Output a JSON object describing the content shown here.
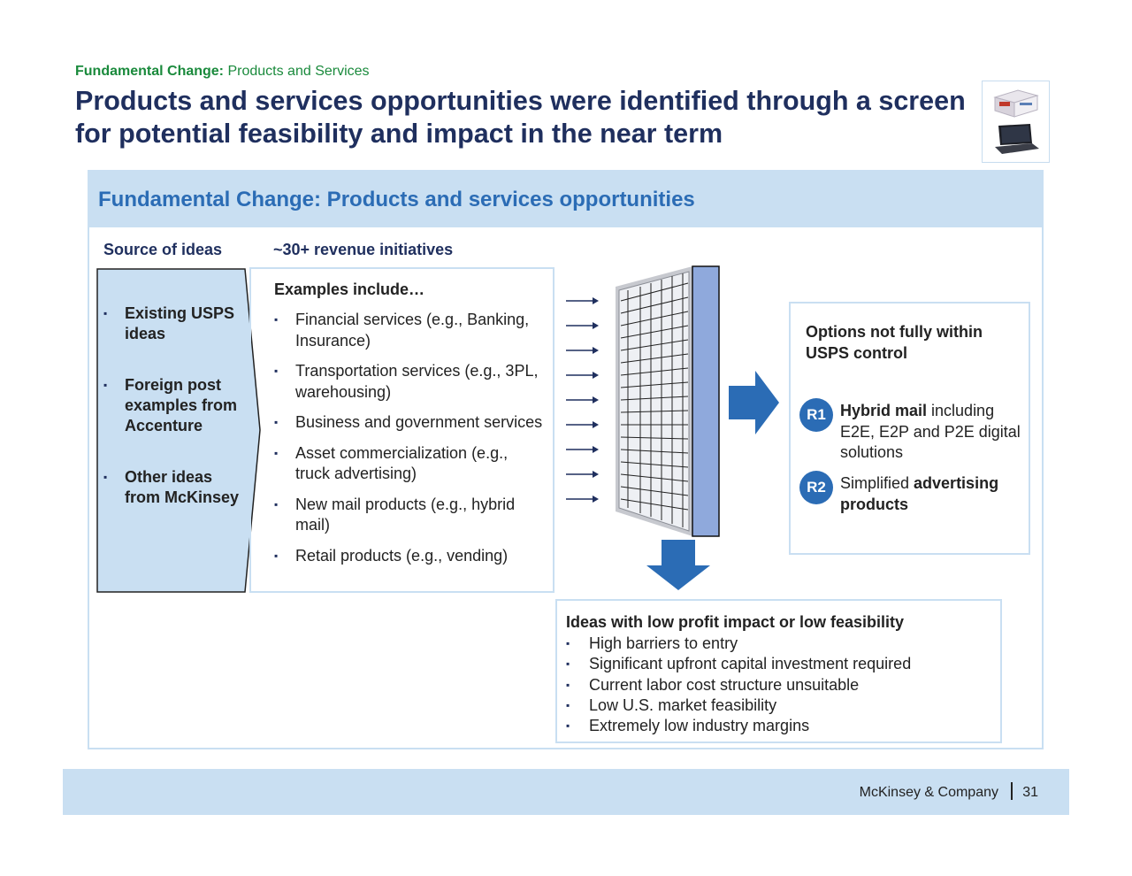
{
  "header": {
    "tracker_bold": "Fundamental Change:",
    "tracker_rest": " Products and Services",
    "title": "Products and services opportunities were identified through a screen for potential feasibility and impact in the near term"
  },
  "panel": {
    "title": "Fundamental Change: Products and services opportunities"
  },
  "source": {
    "heading": "Source of ideas",
    "items": [
      "Existing USPS ideas",
      "Foreign post examples from Accenture",
      "Other ideas from McKinsey"
    ]
  },
  "initiatives": {
    "heading": "~30+ revenue initiatives",
    "examples_title": "Examples include…",
    "items": [
      "Financial services (e.g., Banking, Insurance)",
      "Transportation services (e.g., 3PL, warehousing)",
      "Business and government services",
      "Asset commercialization (e.g., truck advertising)",
      "New mail products (e.g., hybrid mail)",
      "Retail products (e.g., vending)"
    ]
  },
  "options": {
    "title": "Options not fully within USPS control",
    "items": [
      {
        "badge": "R1",
        "bold1": "Hybrid mail",
        "text1": " including E2E, E2P and P2E digital solutions",
        "text2": "",
        "bold2": ""
      },
      {
        "badge": "R2",
        "bold1": "",
        "text1": "Simplified ",
        "bold2": "advertising products",
        "text2": ""
      }
    ]
  },
  "low": {
    "title": "Ideas with low profit impact or low feasibility",
    "items": [
      "High barriers to entry",
      "Significant upfront capital investment required",
      "Current labor cost structure unsuitable",
      "Low U.S. market feasibility",
      "Extremely low industry margins"
    ]
  },
  "footer": {
    "brand": "McKinsey & Company",
    "page": "31"
  },
  "colors": {
    "accent_blue": "#2b6cb5",
    "navy": "#1f2f5e",
    "light_blue": "#c9dff2",
    "green": "#1a8a3c"
  },
  "icons": [
    "package-thumbnail",
    "laptop-thumbnail",
    "screen-filter-icon",
    "right-arrow-icon",
    "down-arrow-icon"
  ]
}
